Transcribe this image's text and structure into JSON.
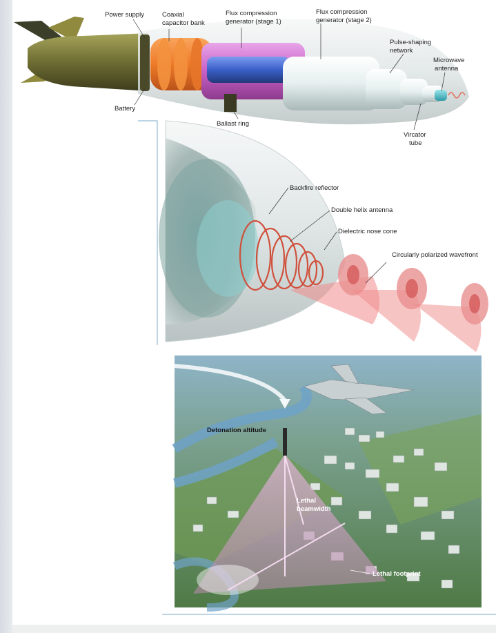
{
  "panel1": {
    "labels": {
      "power_supply": "Power supply",
      "coaxial_1": "Coaxial",
      "coaxial_2": "capacitor bank",
      "fcg1_1": "Flux compression",
      "fcg1_2": "generator (stage 1)",
      "fcg2_1": "Flux compression",
      "fcg2_2": "generator (stage 2)",
      "pulse_1": "Pulse-shaping",
      "pulse_2": "network",
      "antenna_1": "Microwave",
      "antenna_2": "antenna",
      "battery": "Battery",
      "ballast": "Ballast ring",
      "vircator_1": "Vircator",
      "vircator_2": "tube"
    },
    "colors": {
      "capacitor": "#f07a2a",
      "generator1_outer": "#c860c8",
      "generator1_inner": "#3a5fc8",
      "casing": "#7a7a3a",
      "shell": "#e9eeee"
    }
  },
  "panel2": {
    "labels": {
      "backfire": "Backfire reflector",
      "helix": "Double helix antenna",
      "nose": "Dielectric nose cone",
      "wavefront": "Circularly polarized wavefront"
    },
    "colors": {
      "helix": "#d0503c",
      "wavefront": "#f08a8a"
    }
  },
  "panel3": {
    "labels": {
      "detonation": "Detonation altitude",
      "beam_1": "Lethal",
      "beam_2": "beamwidth",
      "footprint": "Lethal footprint"
    },
    "colors": {
      "ground": "#5e8a4a",
      "river": "#6fa2c8",
      "cone": "#c89ab8"
    }
  }
}
